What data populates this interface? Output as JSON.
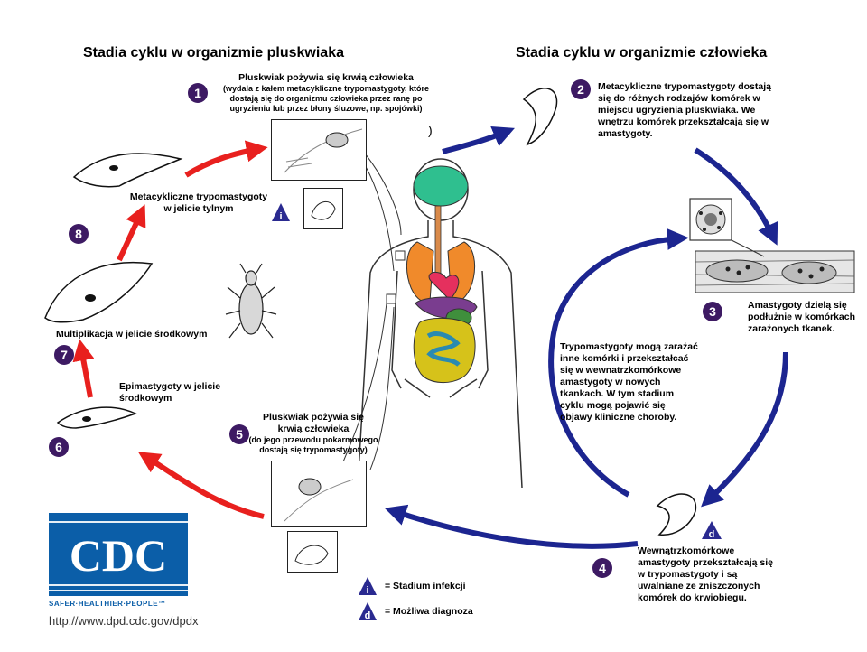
{
  "titles": {
    "vector": "Stadia cyklu w organizmie pluskwiaka",
    "human": "Stadia cyklu w organizmie człowieka"
  },
  "steps": {
    "s1": {
      "num": "1",
      "title": "Pluskwiak pożywia się krwią człowieka",
      "detail_lines": [
        "(wydala z kałem metacykliczne trypomastygoty, które",
        "dostają się do organizmu człowieka przez ranę po",
        "ugryzieniu lub przez błony śluzowe, np. spojówki)"
      ]
    },
    "s2": {
      "num": "2",
      "lines": [
        "Metacykliczne trypomastygoty dostają",
        "się do różnych rodzajów komórek w",
        "miejscu ugryzienia pluskwiaka. We",
        "wnętrzu komórek przekształcają się w",
        "amastygoty."
      ]
    },
    "s3": {
      "num": "3",
      "lines": [
        "Amastygoty dzielą się",
        "podłużnie w komórkach",
        "zarażonych tkanek."
      ]
    },
    "s4": {
      "num": "4",
      "lines": [
        "Wewnątrzkomórkowe",
        "amastygoty przekształcają się",
        "w trypomastygoty i są",
        "uwalniane ze zniszczonych",
        "komórek do krwiobiegu."
      ]
    },
    "s5": {
      "num": "5",
      "title_lines": [
        "Pluskwiak pożywia się",
        "krwią człowieka"
      ],
      "detail_lines": [
        "(do jego przewodu pokarmowego",
        "dostają się trypomastygoty)"
      ]
    },
    "s6": {
      "num": "6",
      "lines": [
        "Epimastygoty w jelicie",
        "środkowym"
      ]
    },
    "s7": {
      "num": "7",
      "lines": [
        "Multiplikacja w jelicie środkowym"
      ]
    },
    "s8": {
      "num": "8",
      "lines": [
        "Metacykliczne trypomastygoty",
        "w jelicie tylnym"
      ]
    }
  },
  "center_note": {
    "lines": [
      "Trypomastygoty mogą zarażać",
      "inne komórki i przekształcać",
      "się w wewnatrzkomórkowe",
      "amastygoty w nowych",
      "tkankach. W tym stadium",
      "cyklu mogą pojawić się",
      "objawy kliniczne choroby."
    ]
  },
  "stray_mark": ")",
  "legend": {
    "i_symbol": "i",
    "i_label": "= Stadium infekcji",
    "d_symbol": "d",
    "d_label": "= Możliwa diagnoza"
  },
  "cdc": {
    "logo": "CDC",
    "tagline": "SAFER·HEALTHIER·PEOPLE™",
    "url": "http://www.dpd.cdc.gov/dpdx"
  },
  "colors": {
    "red_arrow": "#e8201e",
    "blue_arrow": "#1c2590",
    "step_circle": "#3d1a63",
    "cdc_blue": "#0b5ea8"
  }
}
